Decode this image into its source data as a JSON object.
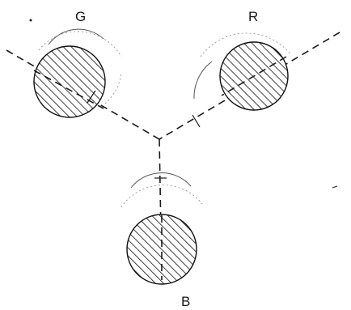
{
  "labels": {
    "top_left": "G",
    "top_right": "R",
    "bottom": "B"
  }
}
